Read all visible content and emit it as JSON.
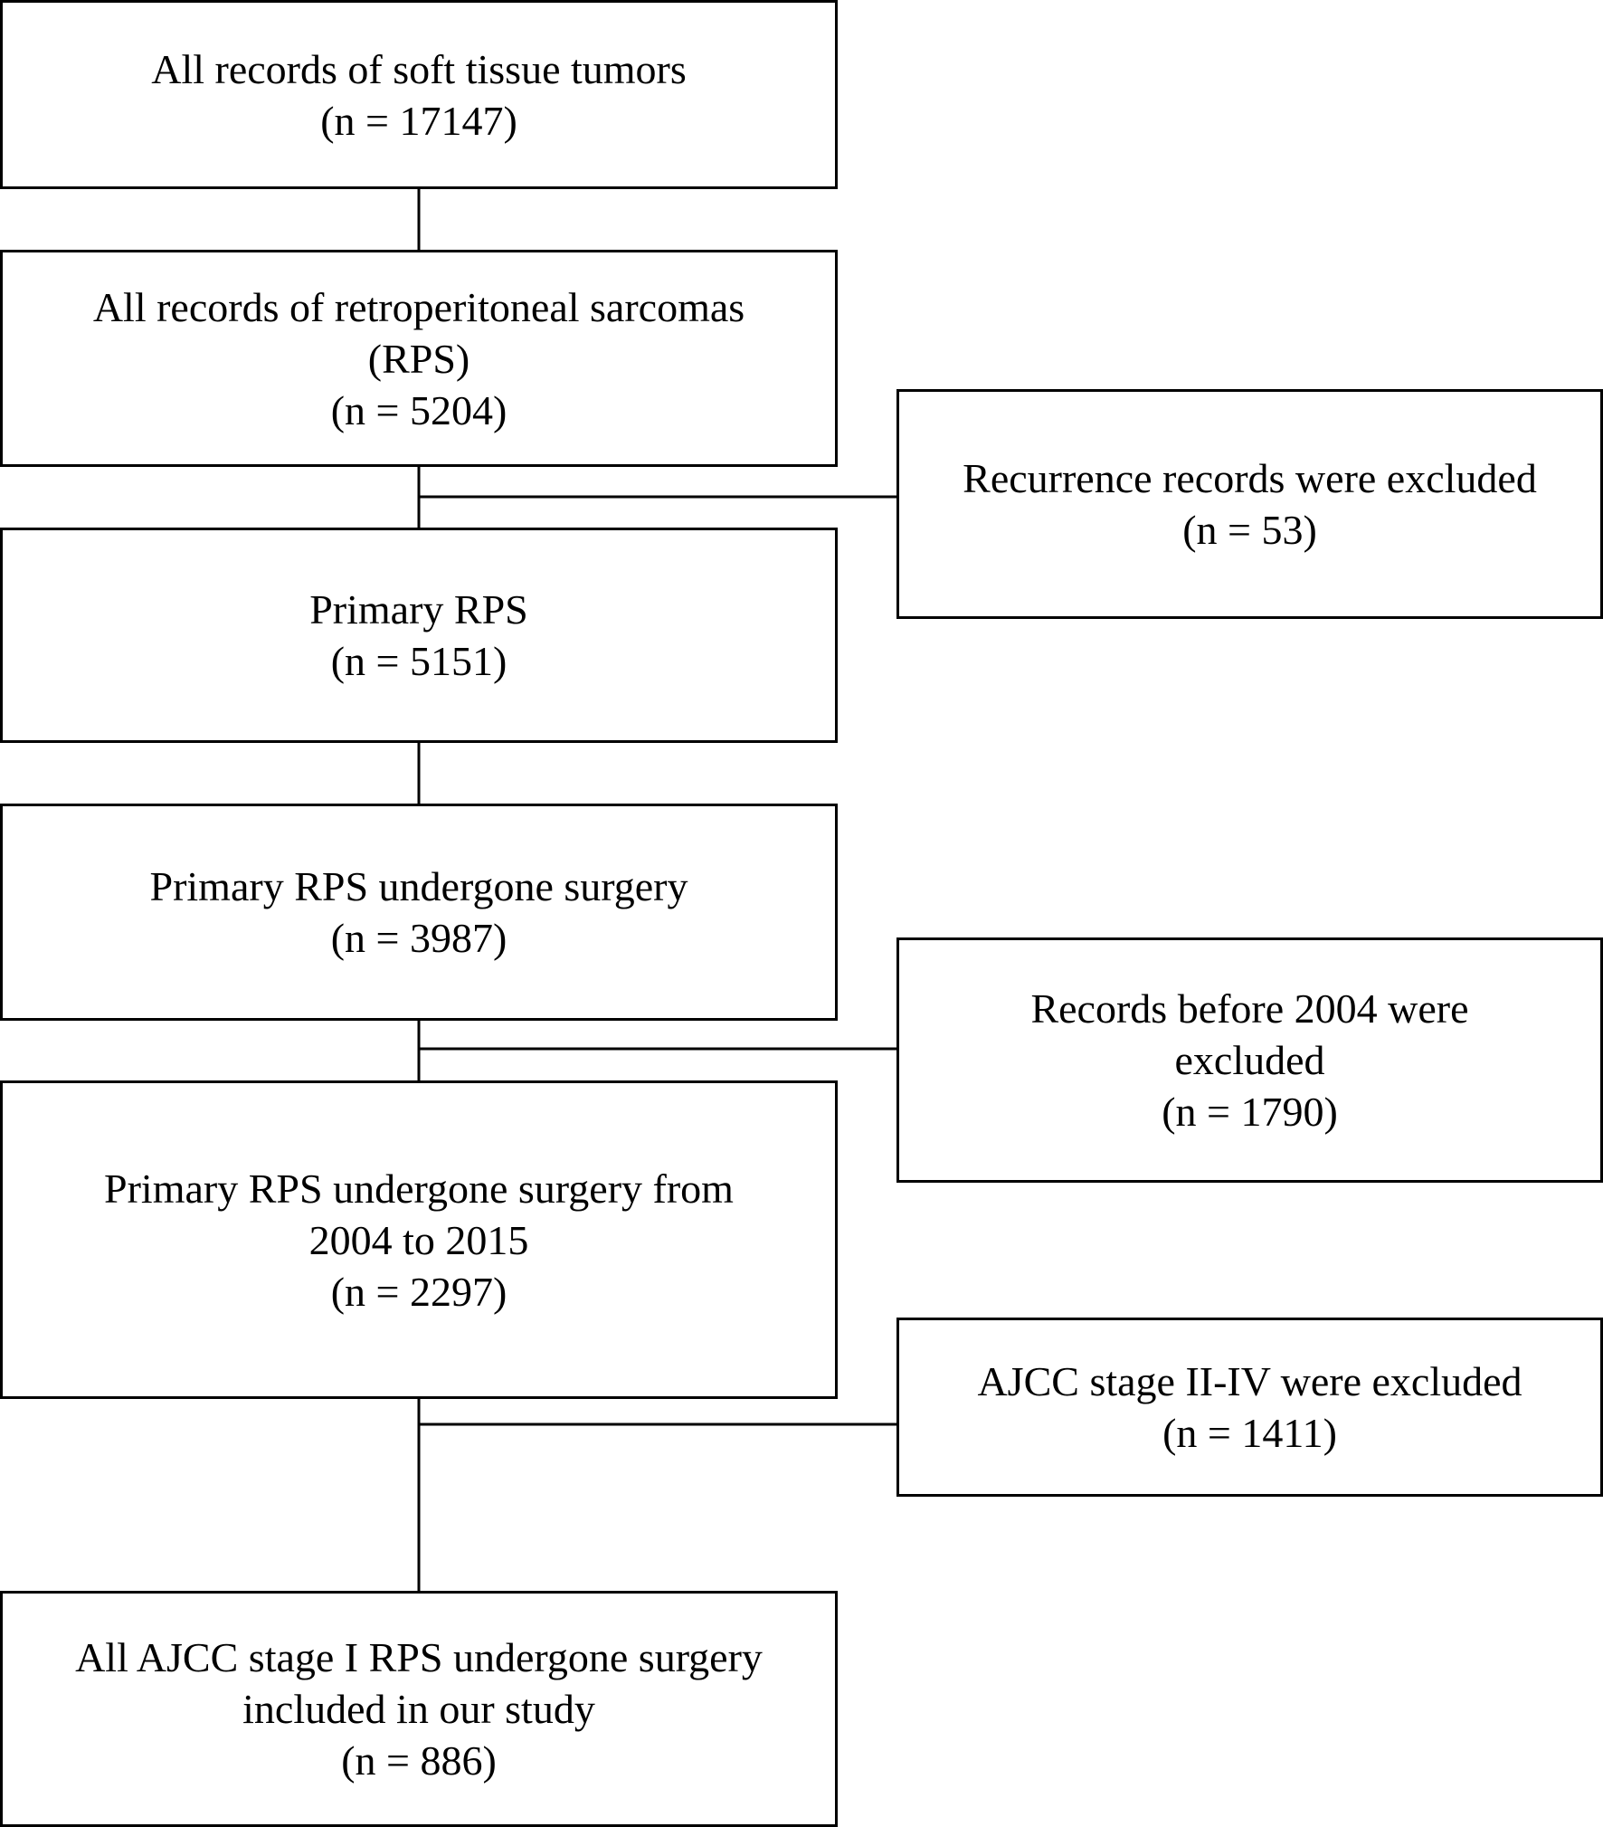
{
  "flowchart": {
    "steps": [
      {
        "lines": [
          "All records of soft tissue tumors",
          "(n = 17147)"
        ]
      },
      {
        "lines": [
          "All records of retroperitoneal sarcomas",
          "(RPS)",
          "(n = 5204)"
        ]
      },
      {
        "lines": [
          "Primary RPS",
          "(n = 5151)"
        ]
      },
      {
        "lines": [
          "Primary RPS undergone surgery",
          "(n = 3987)"
        ]
      },
      {
        "lines": [
          "Primary RPS undergone surgery from",
          "2004 to 2015",
          "(n = 2297)"
        ]
      },
      {
        "lines": [
          "All AJCC stage I RPS undergone surgery",
          "included in our study",
          "(n = 886)"
        ]
      }
    ],
    "exclusions": [
      {
        "lines": [
          "Recurrence records were excluded",
          "(n = 53)"
        ]
      },
      {
        "lines": [
          "Records before 2004 were",
          "excluded",
          "(n = 1790)"
        ]
      },
      {
        "lines": [
          "AJCC stage II-IV were excluded",
          "(n = 1411)"
        ]
      }
    ]
  },
  "colors": {
    "line": "#000000",
    "background": "#ffffff"
  }
}
